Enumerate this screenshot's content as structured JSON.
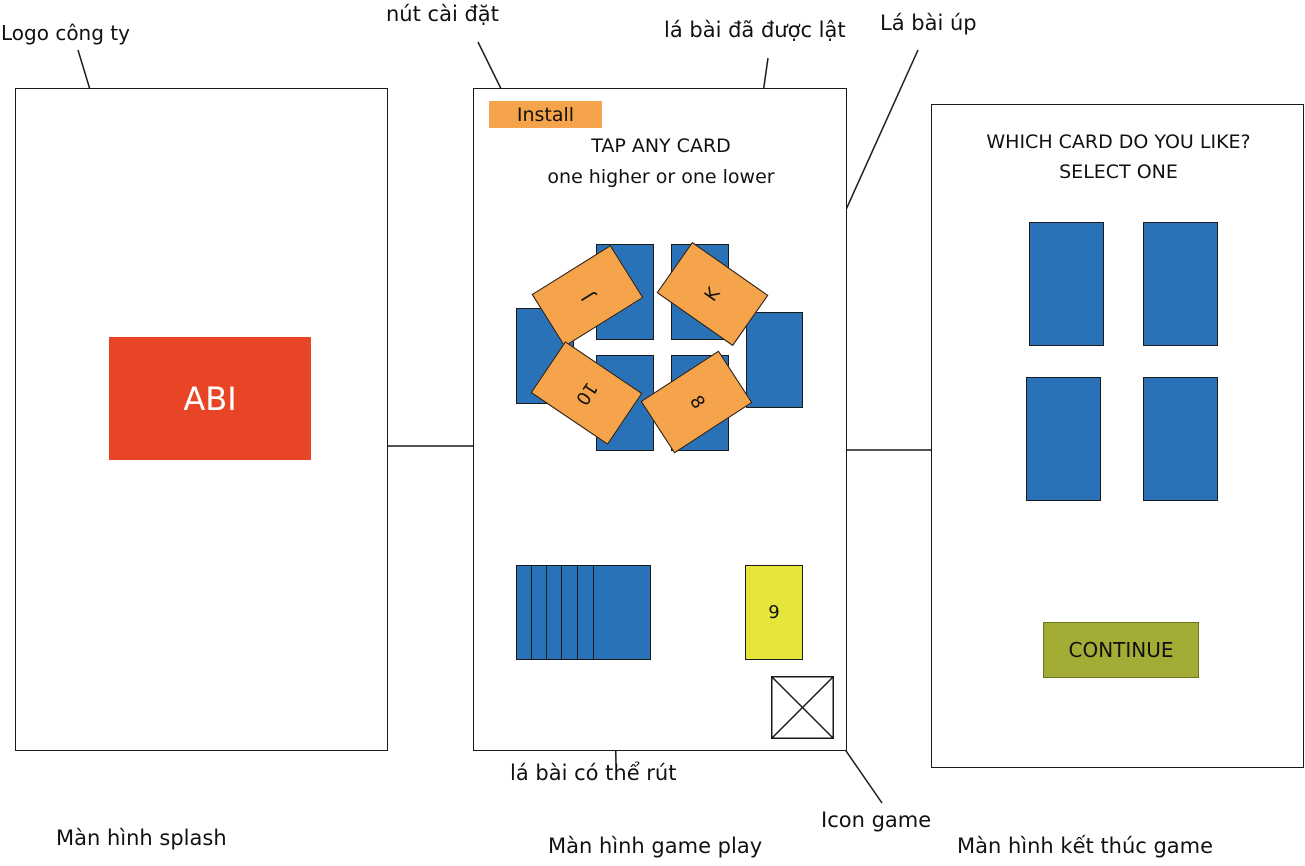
{
  "annotations": {
    "logo": "Logo công ty",
    "settings": "nút cài đặt",
    "flipped": "lá bài đã được lật",
    "facedown": "Lá bài úp",
    "drawable": "lá bài có thể rút",
    "icon_game": "Icon game"
  },
  "screens": {
    "splash": {
      "caption": "Màn hình splash",
      "logo_text": "ABI",
      "logo_color": "#e84526"
    },
    "gameplay": {
      "caption": "Màn hình game play",
      "install_label": "Install",
      "prompt_line1": "TAP ANY CARD",
      "prompt_line2": "one higher or one lower",
      "flipped_cards": [
        "J",
        "K",
        "10",
        "8"
      ],
      "current_card": "9"
    },
    "end": {
      "caption": "Màn hình kết thúc game",
      "title_line1": "WHICH CARD DO YOU LIKE?",
      "title_line2": "SELECT ONE",
      "continue_label": "CONTINUE"
    }
  },
  "colors": {
    "card_blue": "#2a72b8",
    "card_orange": "#f6a44b",
    "current_card": "#e6e63a",
    "install": "#f6a44b",
    "continue": "#a3ad36"
  }
}
